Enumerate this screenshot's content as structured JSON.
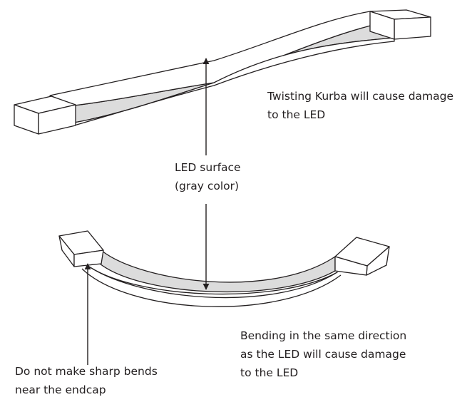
{
  "annotations": {
    "twisting_warning": [
      "Twisting Kurba will cause damage",
      "to the LED"
    ],
    "led_surface": [
      "LED surface",
      "(gray color)"
    ],
    "bending_warning": [
      "Bending in the same direction",
      "as the LED will cause damage",
      "to the LED"
    ],
    "sharp_bend_warning": [
      "Do not make sharp bends",
      "near the endcap"
    ]
  },
  "colors": {
    "line": "#231f20",
    "led_surface": "#dcdcdc",
    "background": "#ffffff"
  }
}
